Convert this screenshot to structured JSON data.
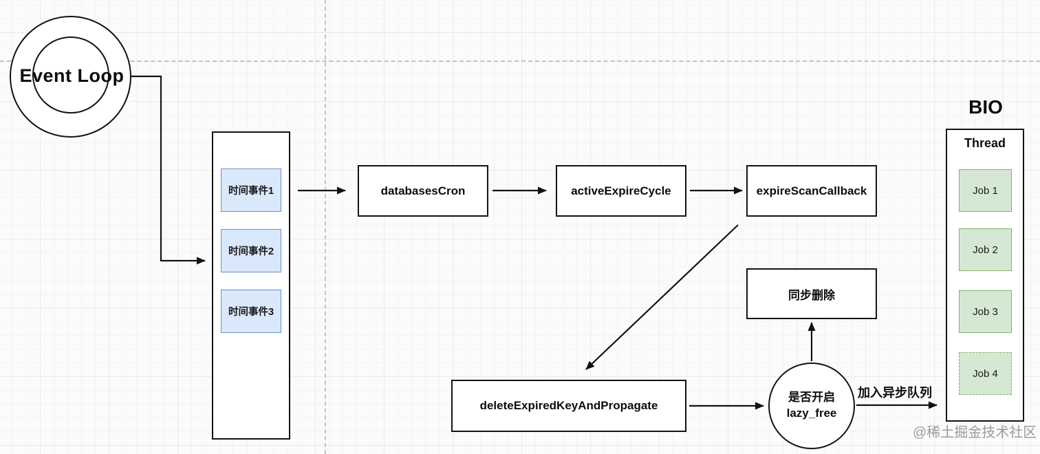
{
  "event_loop": {
    "label": "Event Loop"
  },
  "timer_panel": {
    "events": [
      {
        "label": "时间事件1"
      },
      {
        "label": "时间事件2"
      },
      {
        "label": "时间事件3"
      }
    ]
  },
  "flow": {
    "databases_cron": "databasesCron",
    "active_expire_cycle": "activeExpireCycle",
    "expire_scan_callback": "expireScanCallback",
    "sync_delete": "同步删除",
    "delete_expired": "deleteExpiredKeyAndPropagate",
    "decision": {
      "line1": "是否开启",
      "line2": "lazy_free"
    },
    "async_queue_label": "加入异步队列"
  },
  "bio": {
    "title": "BIO",
    "thread_label": "Thread",
    "jobs": [
      {
        "label": "Job 1"
      },
      {
        "label": "Job 2"
      },
      {
        "label": "Job 3"
      },
      {
        "label": "Job 4"
      }
    ]
  },
  "watermark": "@稀土掘金技术社区",
  "colors": {
    "line": "#121212",
    "timer_fill": "#dae8fc",
    "timer_border": "#6c8ebf",
    "job_fill": "#d5e8d4",
    "job_border": "#82b366",
    "guide_dash": "#c3c3c3",
    "watermark": "#9b9b9b"
  }
}
